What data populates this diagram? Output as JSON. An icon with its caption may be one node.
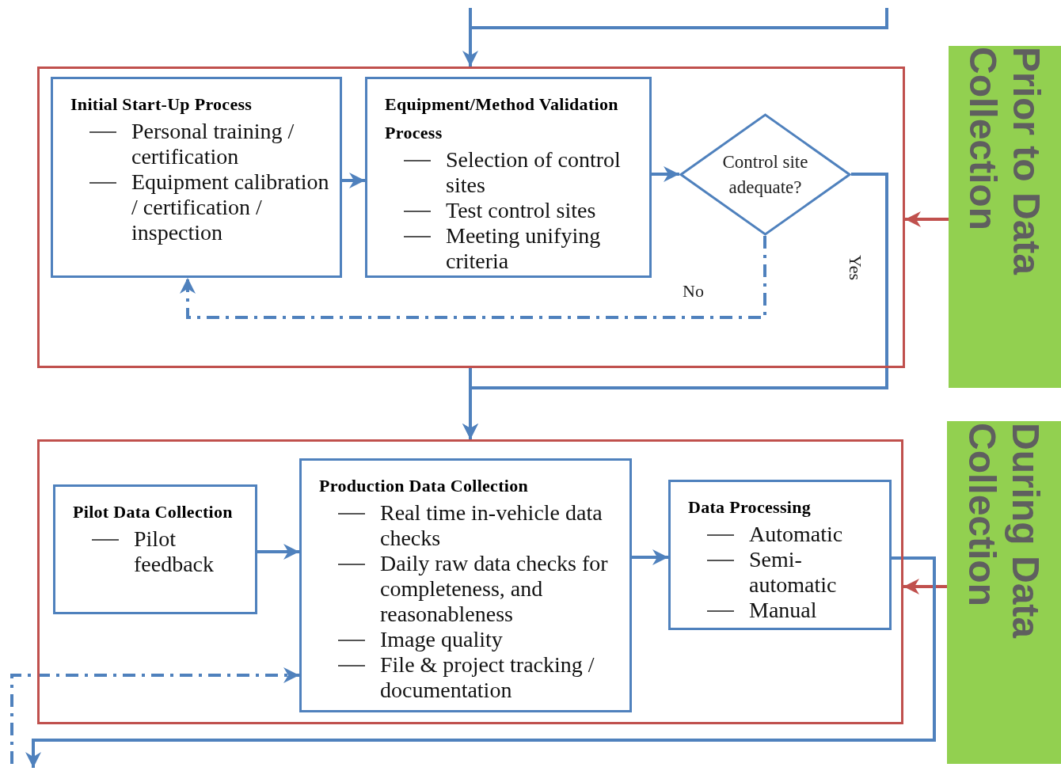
{
  "diagram": {
    "nodes": [
      {
        "text": [],
        "shape": "box"
      },
      {
        "text": [
          "Initial Start-Up Process",
          "Personal training / certification",
          "Equipment calibration / certification / inspection"
        ],
        "in": 0
      },
      {
        "text": [
          "Equipment/Method Validation Process",
          "Selection of control sites",
          "Test control sites",
          "Meeting unifying criteria"
        ],
        "in": 0
      },
      {
        "text": [
          "Control site adequate?"
        ],
        "in": 0
      },
      {
        "text": [
          "Prior to Data Collection"
        ]
      },
      {
        "text": [],
        "shape": "box"
      },
      {
        "text": [
          "Pilot Data Collection",
          "Pilot feedback"
        ],
        "in": 5
      },
      {
        "text": [
          "Production Data Collection",
          "Real time in-vehicle data checks",
          "Daily raw data checks for completeness, and reasonableness",
          "Image quality",
          "File & project tracking / documentation"
        ],
        "in": 5
      },
      {
        "text": [
          "Data Processing",
          "Automatic",
          "Semi-automatic",
          "Manual"
        ],
        "in": 5
      },
      {
        "text": [
          "During Data Collection"
        ]
      }
    ],
    "edges": [
      {
        "from": null,
        "to": 0,
        "arrow": "to"
      },
      {
        "from": 1,
        "to": 2,
        "arrow": "to"
      },
      {
        "from": 2,
        "to": 3,
        "arrow": "to"
      },
      {
        "from": 3,
        "to": 1,
        "arrow": "to",
        "label": "No",
        "style": "dashed"
      },
      {
        "from": 3,
        "to": 5,
        "arrow": "to",
        "label": "Yes"
      },
      {
        "from": 0,
        "to": 5,
        "arrow": "to"
      },
      {
        "from": 4,
        "to": 0,
        "arrow": "to",
        "color": "#c0504d"
      },
      {
        "from": 6,
        "to": 7,
        "arrow": "to"
      },
      {
        "from": 7,
        "to": 8,
        "arrow": "to"
      },
      {
        "from": 9,
        "to": 5,
        "arrow": "to",
        "color": "#c0504d"
      },
      {
        "from": 8,
        "to": null,
        "arrow": "to"
      },
      {
        "from": null,
        "to": 7,
        "arrow": "to",
        "style": "dashed"
      }
    ]
  }
}
